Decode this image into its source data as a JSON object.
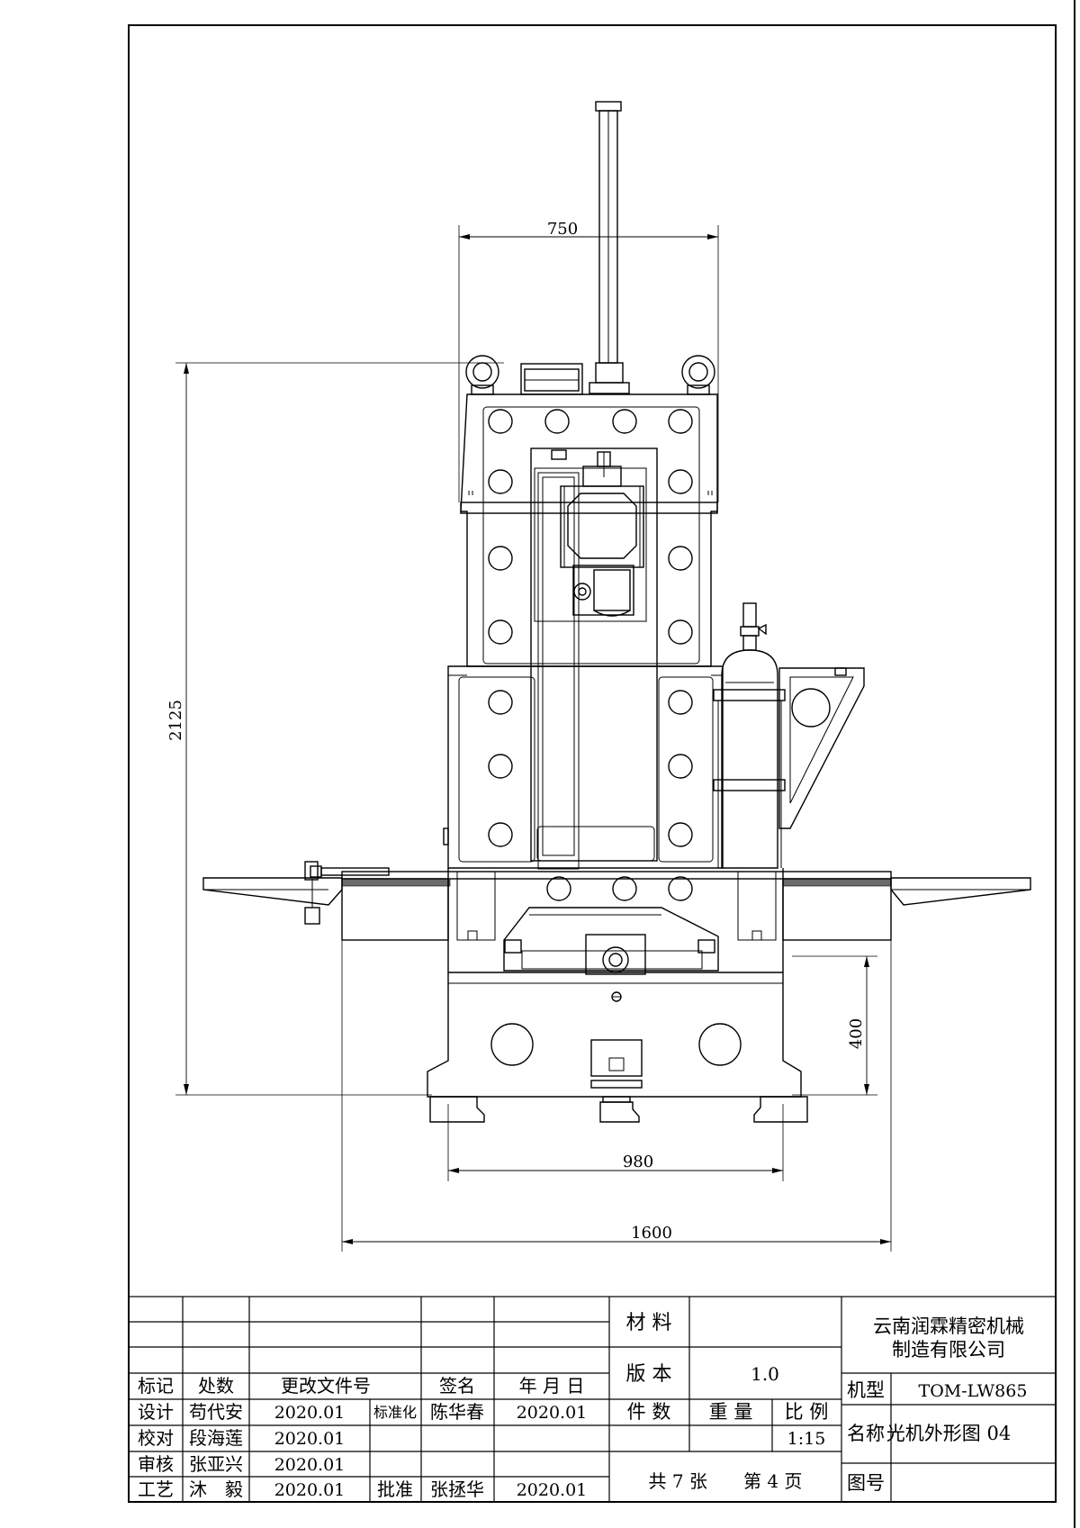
{
  "dimensions": {
    "width_top": "750",
    "height_total": "2125",
    "height_base": "400",
    "width_base": "980",
    "width_overall": "1600"
  },
  "title_block": {
    "revision_headers": {
      "mark": "标记",
      "count": "处数",
      "change_doc": "更改文件号",
      "signature": "签名",
      "date": "年 月 日"
    },
    "roles": {
      "design": "设计",
      "check": "校对",
      "review": "审核",
      "process": "工艺",
      "standardize": "标准化",
      "approve": "批准"
    },
    "people": {
      "design": "苟代安",
      "check": "段海莲",
      "review": "张亚兴",
      "process": "沐　毅",
      "standardize": "陈华春",
      "approve": "张拯华"
    },
    "dates": {
      "design": "2020.01",
      "check": "2020.01",
      "review": "2020.01",
      "process": "2020.01",
      "standardize": "2020.01",
      "approve": "2020.01"
    },
    "material_label": "材 料",
    "version_label": "版 本",
    "version_value": "1.0",
    "quantity_label": "件 数",
    "weight_label": "重 量",
    "ratio_label": "比 例",
    "ratio_value": "1:15",
    "sheets": "共 7 张　　第 4 页",
    "company_line1": "云南润霖精密机械",
    "company_line2": "制造有限公司",
    "model_label": "机型",
    "model_value": "TOM-LW865",
    "name_label": "名称",
    "name_value": "光机外形图 04",
    "drawing_no_label": "图号"
  }
}
